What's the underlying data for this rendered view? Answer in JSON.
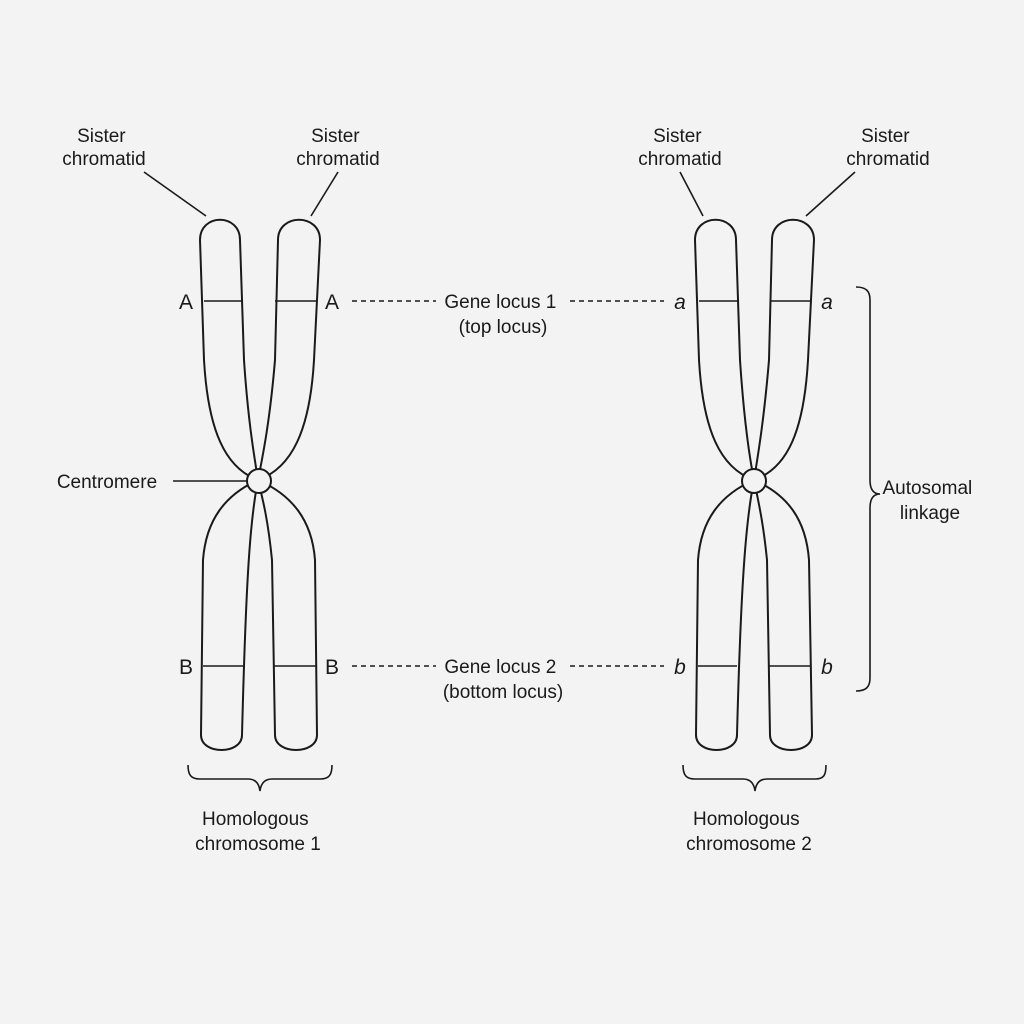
{
  "labels": {
    "sister_chromatid_1a": [
      "Sister",
      "chromatid"
    ],
    "sister_chromatid_1b": [
      "Sister",
      "chromatid"
    ],
    "sister_chromatid_2a": [
      "Sister",
      "chromatid"
    ],
    "sister_chromatid_2b": [
      "Sister",
      "chromatid"
    ],
    "centromere": "Centromere",
    "locus1": [
      "Gene locus 1",
      "(top locus)"
    ],
    "locus2": [
      "Gene locus 2",
      "(bottom locus)"
    ],
    "linkage": [
      "Autosomal",
      "linkage"
    ],
    "homolog1": [
      "Homologous",
      "chromosome 1"
    ],
    "homolog2": [
      "Homologous",
      "chromosome 2"
    ]
  },
  "alleles": {
    "chr1_top_left": "A",
    "chr1_top_right": "A",
    "chr1_bottom_left": "B",
    "chr1_bottom_right": "B",
    "chr2_top_left": "a",
    "chr2_top_right": "a",
    "chr2_bottom_left": "b",
    "chr2_bottom_right": "b"
  },
  "colors": {
    "line": "#1a1a1a",
    "background": "#f3f3f3"
  }
}
